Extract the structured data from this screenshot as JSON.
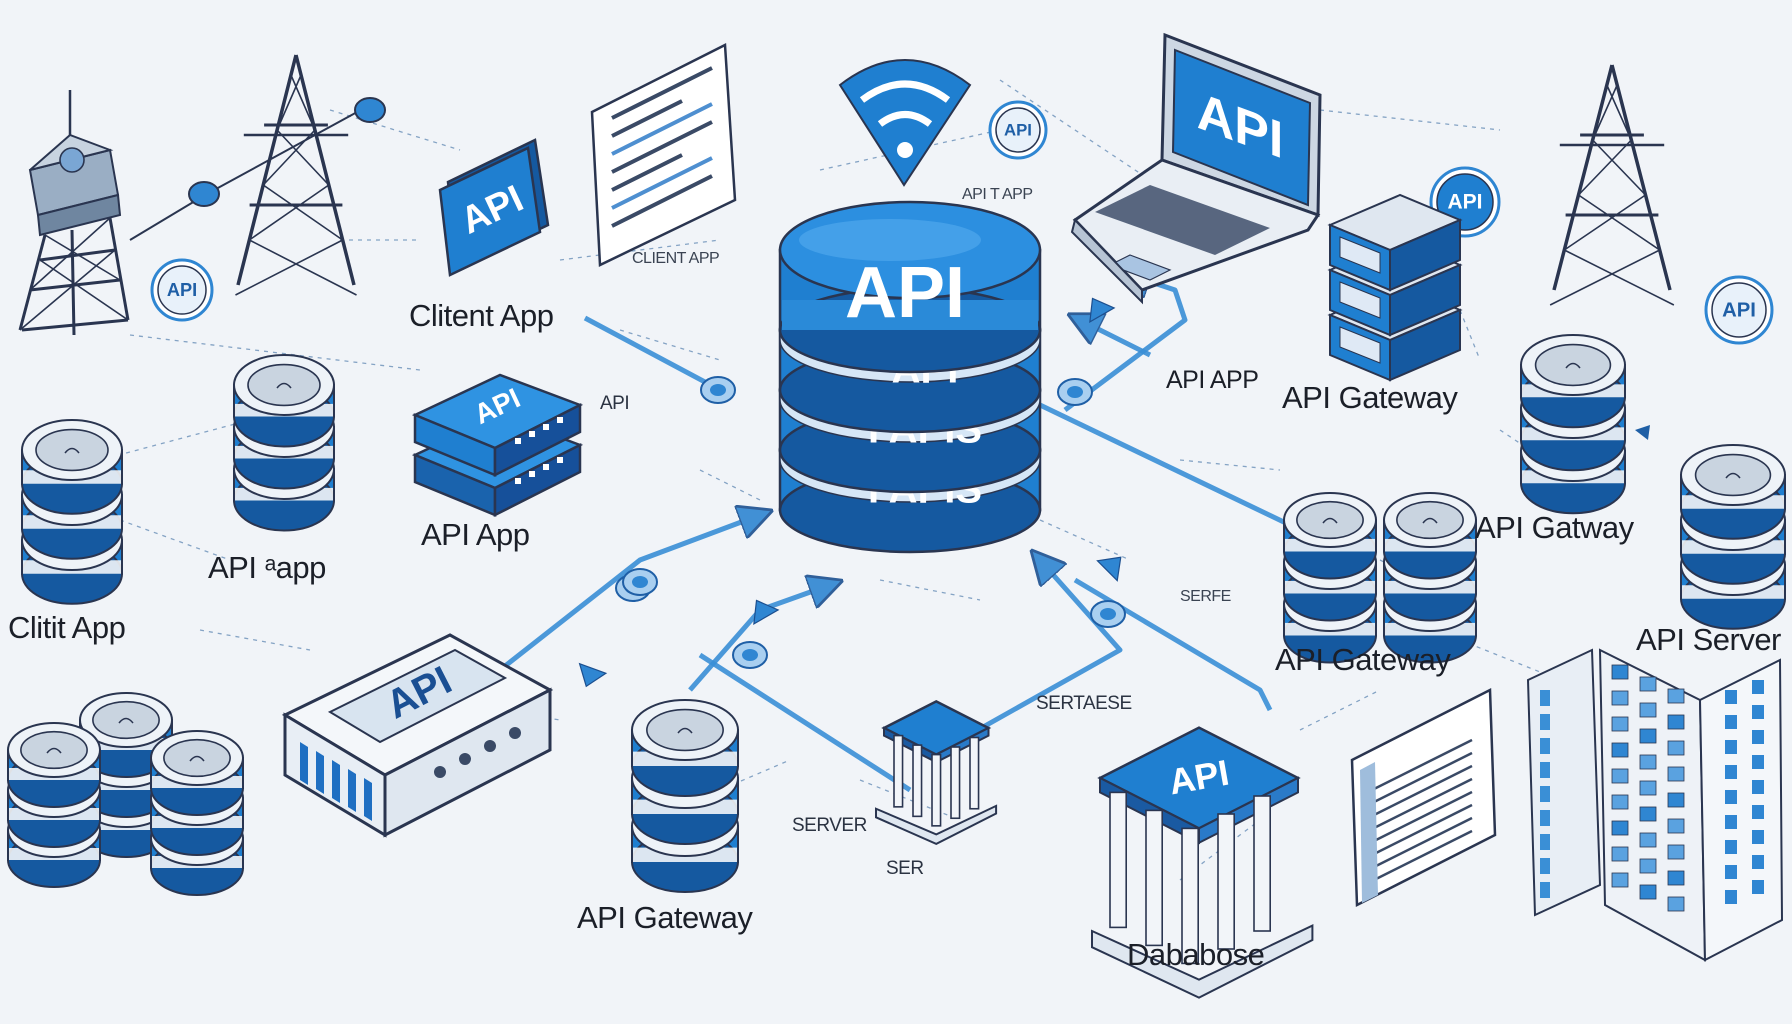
{
  "colors": {
    "primary": "#1f7fd0",
    "primary_dark": "#1559a0",
    "line": "#3a8fd6",
    "outline": "#2a3550",
    "disk_face": "#c9d4e0",
    "background": "#f1f4f8"
  },
  "icons": [
    "water-tower-icon",
    "transmission-tower-icon",
    "database-stack-icon",
    "api-router-icon",
    "api-card-icon",
    "document-icon",
    "wifi-icon",
    "laptop-icon",
    "server-rack-icon",
    "server-building-icon",
    "server-panel-icon"
  ],
  "hub": {
    "top_label": "API",
    "band_1": "API",
    "band_2": "I APIS",
    "band_3": "I APIS"
  },
  "nodes": {
    "api_card_topleft": "API",
    "laptop_screen": "API",
    "router_box": "API",
    "server_building_lid": "API",
    "flat_router": "API",
    "badge_left": "API",
    "badge_right_top": "API",
    "badge_right_mid": "API",
    "badge_wifi": "API"
  },
  "labels": {
    "client_app_top": "Clitent App",
    "client_app_small": "CLIENT APP",
    "api_app_wifi": "API T APP",
    "api_small": "API",
    "api_app_center": "API   App",
    "api_app_left": "API ᵃapp",
    "client_app_left": "Clitit App",
    "api_app_right": "API APP",
    "api_gateway_top_right": "API Gateway",
    "api_gatway_right": "API Gatway",
    "serfe": "SERFE",
    "api_gateway_mid_right": "API Gateway",
    "api_server_right": "API Server",
    "sertaese": "SERTAESE",
    "server_left": "SERVER",
    "server_short": "SER",
    "api_gateway_bottom": "API Gateway",
    "database_bottom": "Dababose"
  }
}
